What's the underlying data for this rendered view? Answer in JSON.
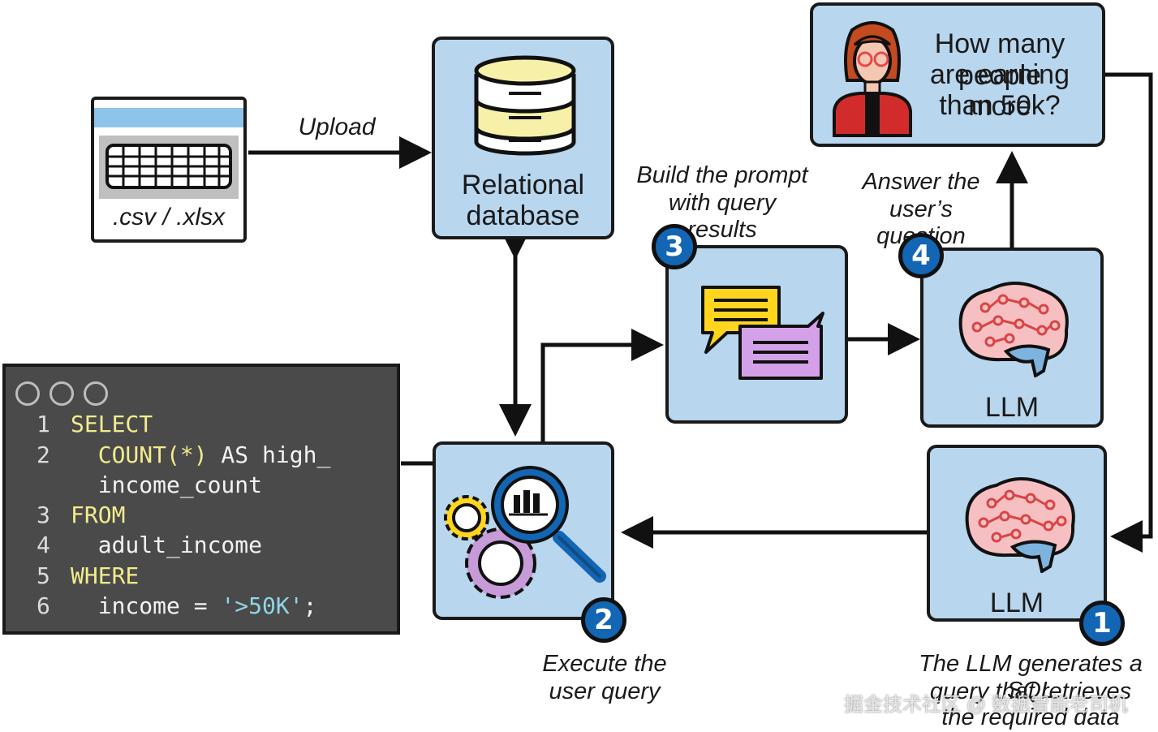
{
  "file": {
    "caption": ".csv / .xlsx"
  },
  "upload": {
    "label": "Upload"
  },
  "database": {
    "line1": "Relational",
    "line2": "database"
  },
  "question": {
    "line1": "How many people",
    "line2": "are earning more",
    "line3": "than 50k?"
  },
  "step3": {
    "badge": "3",
    "caption_line1": "Build the prompt",
    "caption_line2": "with query results"
  },
  "step4": {
    "badge": "4",
    "caption_line1": "Answer the",
    "caption_line2": "user’s question",
    "llm_label": "LLM"
  },
  "step2": {
    "badge": "2",
    "caption_line1": "Execute the",
    "caption_line2": "user query"
  },
  "step1": {
    "badge": "1",
    "llm_label": "LLM",
    "caption_line1": "The LLM generates a SQL",
    "caption_line2": "query that retrieves",
    "caption_line3": "the required data"
  },
  "code": {
    "lines": [
      {
        "num": "1",
        "text": "SELECT"
      },
      {
        "num": "2",
        "text": "COUNT(*)",
        "rest": " AS high_"
      },
      {
        "num": "",
        "text": "income_count"
      },
      {
        "num": "3",
        "text": "FROM"
      },
      {
        "num": "4",
        "text": "adult_income"
      },
      {
        "num": "5",
        "text": "WHERE"
      },
      {
        "num": "6",
        "text": "income = ",
        "str": "'>50K'",
        "end": ";"
      }
    ]
  },
  "watermark": "掘金技术社区 @ 数据智能老司机"
}
